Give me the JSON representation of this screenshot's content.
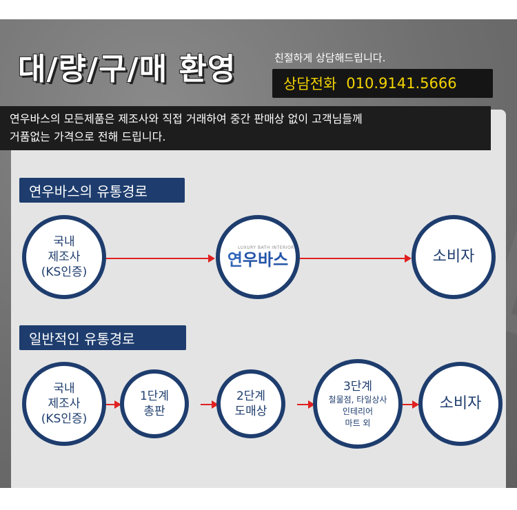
{
  "header": {
    "headline": "대/량/구/매 환영",
    "kind_note": "친절하게 상담해드립니다.",
    "phone_label": "상담전화",
    "phone_number": "010.9141.5666"
  },
  "watermark": "연우바",
  "notice": {
    "line1": "연우바스의 모든제품은 제조사와 직접 거래하여 중간 판매상 없이 고객님들께",
    "line2": "거품없는 가격으로 전해 드립니다."
  },
  "route_yeonwoo": {
    "title": "연우바스의 유통경로",
    "maker": [
      "국내",
      "제조사",
      "(KS인증)"
    ],
    "logo_small": "LUXURY BATH INTERIOR",
    "logo_text_1": "연",
    "logo_text_2": "우바스",
    "consumer": "소비자"
  },
  "route_general": {
    "title": "일반적인 유통경로",
    "maker": [
      "국내",
      "제조사",
      "(KS인증)"
    ],
    "stage1": [
      "1단계",
      "총판"
    ],
    "stage2": [
      "2단계",
      "도매상"
    ],
    "stage3": [
      "3단계",
      "철물점, 타일상사",
      "인테리어",
      "마트 외"
    ],
    "consumer": "소비자"
  },
  "colors": {
    "navy": "#1e3d6e",
    "arrow_red": "#e02020",
    "phone_yellow": "#f5d400",
    "panel_gray": "#e4e4e4",
    "bg_gray": "#6f6f6f"
  }
}
